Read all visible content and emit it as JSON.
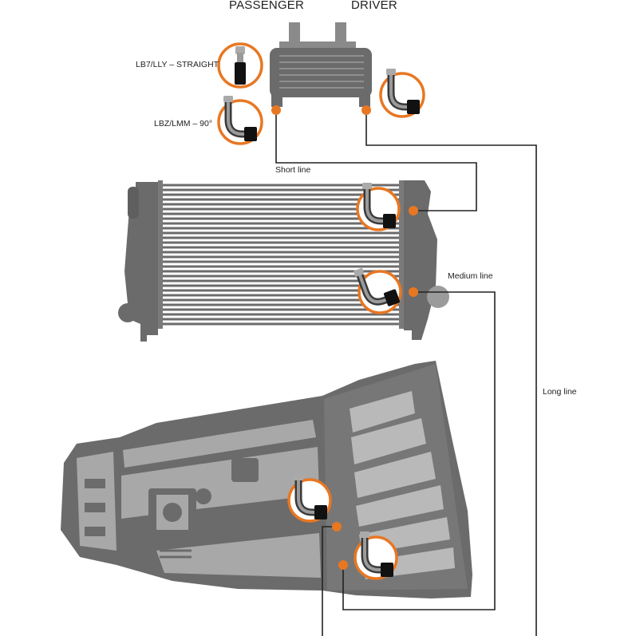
{
  "header": {
    "passenger_label": "PASSENGER",
    "driver_label": "DRIVER"
  },
  "cooler_fittings": {
    "straight_label": "LB7/LLY – STRAIGHT",
    "elbow_label": "LBZ/LMM – 90°"
  },
  "lines": {
    "short_label": "Short line",
    "medium_label": "Medium line",
    "long_label": "Long line"
  },
  "colors": {
    "accent": "#e87722",
    "part_dark": "#666666",
    "part_mid": "#8a8a8a",
    "part_light": "#b9b9b9",
    "line": "#222222"
  },
  "icons": {
    "straight_fitting": "straight-fitting-icon",
    "elbow_fitting": "elbow-fitting-icon"
  }
}
